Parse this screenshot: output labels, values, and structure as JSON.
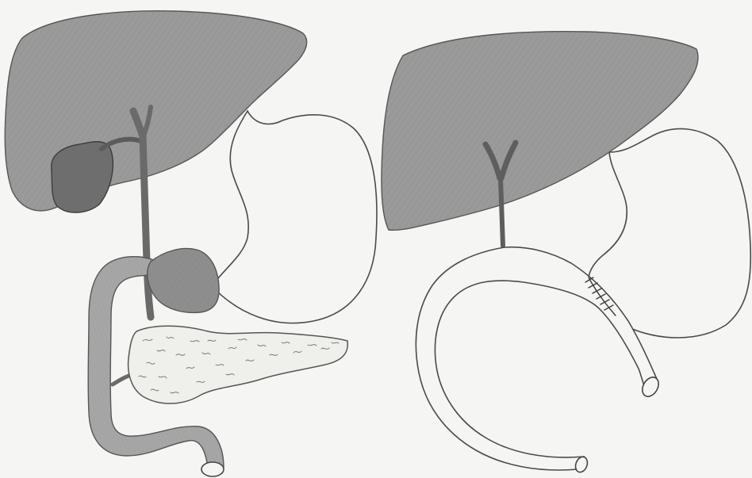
{
  "figure": {
    "panels": [
      {
        "id": "left",
        "structures": [
          "liver",
          "gallbladder",
          "bile-duct",
          "stomach",
          "duodenum",
          "pancreas",
          "jejunum"
        ]
      },
      {
        "id": "right",
        "structures": [
          "liver",
          "bile-duct",
          "stomach",
          "jejunal-loop",
          "sutured-anastomosis"
        ]
      }
    ],
    "colors": {
      "paper": "#f5f5f3",
      "pencil_line": "#4a4a4a",
      "liver_fill": "#9a9a9a",
      "gallbladder_fill": "#6e6e6e",
      "duct_fill": "#707070",
      "bowel_fill": "#a6a6a6",
      "pancreas_fill": "#efefec"
    }
  }
}
